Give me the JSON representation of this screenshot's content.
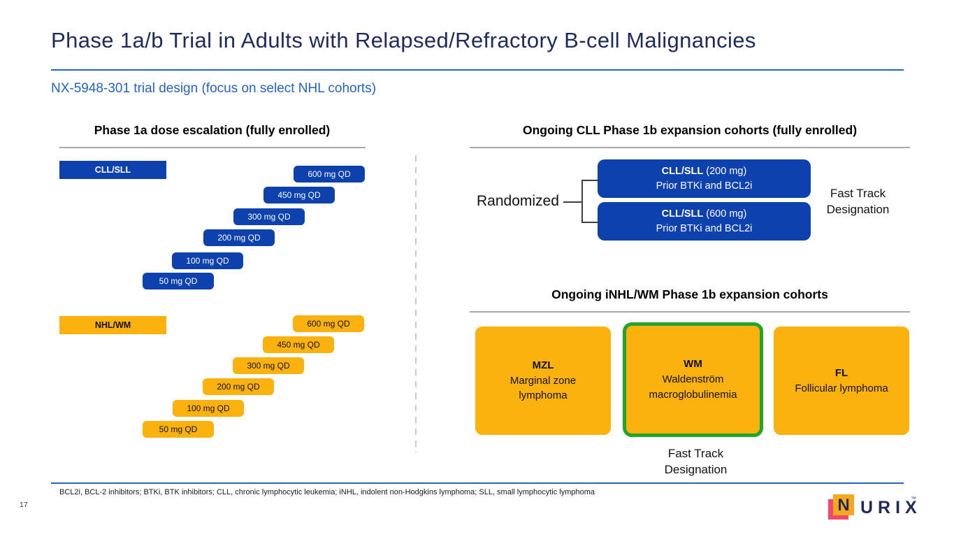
{
  "slide": {
    "title": "Phase 1a/b Trial in Adults with Relapsed/Refractory B-cell Malignancies",
    "subtitle": "NX-5948-301 trial design (focus on select NHL cohorts)"
  },
  "colors": {
    "title_navy": "#1f2a5c",
    "accent_blue": "#2563c4",
    "box_blue": "#0d41ad",
    "box_yellow": "#fbb10e",
    "highlight_green": "#21a52b"
  },
  "phase1a": {
    "header": "Phase 1a dose escalation (fully enrolled)",
    "cll_group_label": "CLL/SLL",
    "nhl_group_label": "NHL/WM",
    "doses": [
      "600 mg QD",
      "450 mg QD",
      "300 mg QD",
      "200 mg QD",
      "100 mg QD",
      "50 mg QD"
    ]
  },
  "cll_expansion": {
    "header": "Ongoing CLL Phase 1b expansion cohorts (fully enrolled)",
    "randomized_label": "Randomized",
    "cohorts": [
      {
        "name": "CLL/SLL",
        "dose": "(200 mg)",
        "line2": "Prior BTKi and BCL2i"
      },
      {
        "name": "CLL/SLL",
        "dose": "(600 mg)",
        "line2": "Prior BTKi and BCL2i"
      }
    ],
    "fast_track_line1": "Fast Track",
    "fast_track_line2": "Designation"
  },
  "inhl_expansion": {
    "header": "Ongoing iNHL/WM Phase 1b expansion cohorts",
    "cohorts": [
      {
        "abbr": "MZL",
        "line1": "Marginal zone",
        "line2": "lymphoma"
      },
      {
        "abbr": "WM",
        "line1": "Waldenström",
        "line2": "macroglobulinemia"
      },
      {
        "abbr": "FL",
        "line1": "Follicular lymphoma",
        "line2": ""
      }
    ],
    "fast_track_line1": "Fast Track",
    "fast_track_line2": "Designation"
  },
  "footer": {
    "abbreviations": "BCL2i, BCL-2 inhibitors; BTKi, BTK inhibitors; CLL, chronic lymphocytic leukemia; iNHL, indolent non-Hodgkins lymphoma; SLL, small lymphocytic lymphoma",
    "page_number": "17",
    "logo": {
      "letter_n": "N",
      "letters_rest": "URIX",
      "trademark": "™"
    }
  }
}
